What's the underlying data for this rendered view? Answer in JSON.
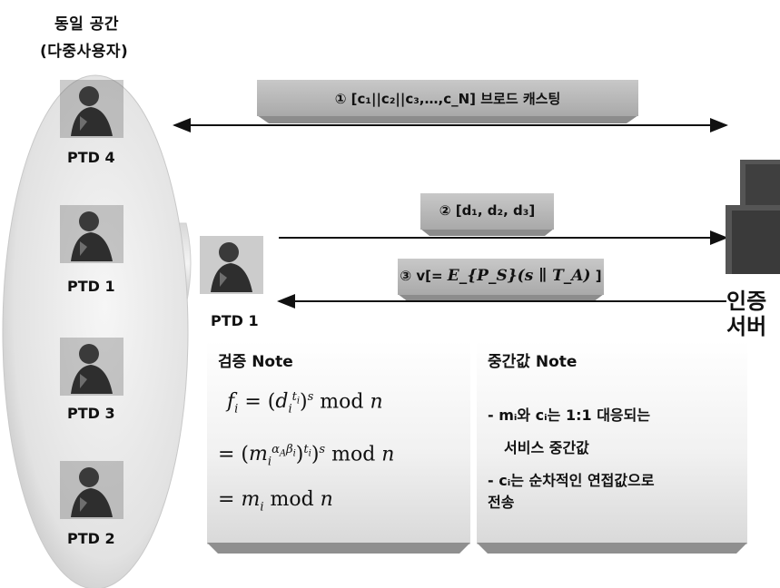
{
  "group": {
    "title": "동일 공간",
    "subtitle": "(다중사용자)"
  },
  "devices": [
    {
      "label": "PTD 4"
    },
    {
      "label": "PTD 1"
    },
    {
      "label": "PTD 3"
    },
    {
      "label": "PTD 2"
    }
  ],
  "selected_device": {
    "label": "PTD 1"
  },
  "messages": {
    "broadcast": "① [c₁||c₂||c₃,…,c_N] 브로드 캐스팅",
    "request": "② [d₁, d₂, d₃]",
    "response_prefix": "③ v[=",
    "response_formula": "E_{P_S}(s ∥ T_A)",
    "response_suffix": "]"
  },
  "server": {
    "line1": "인증",
    "line2": "서버"
  },
  "verify_note": {
    "title": "검증 Note",
    "formula": [
      "f_i = (d_i^{t_i})^s mod n",
      "= (m_i^{α_A β_i})^{t_i})^s mod n",
      "= m_i mod n"
    ]
  },
  "middle_note": {
    "title": "중간값 Note",
    "lines": [
      "- mᵢ와 cᵢ는 1:1 대응되는",
      "서비스 중간값",
      "- cᵢ는 순차적인 연접값으로",
      "전송"
    ]
  },
  "colors": {
    "banner": "#b9b9b9",
    "banner_shadow": "#8f8f8f",
    "ellipse_light": "#f4f4f4",
    "ellipse_dark": "#bdbdbd",
    "arrow": "#111111"
  }
}
